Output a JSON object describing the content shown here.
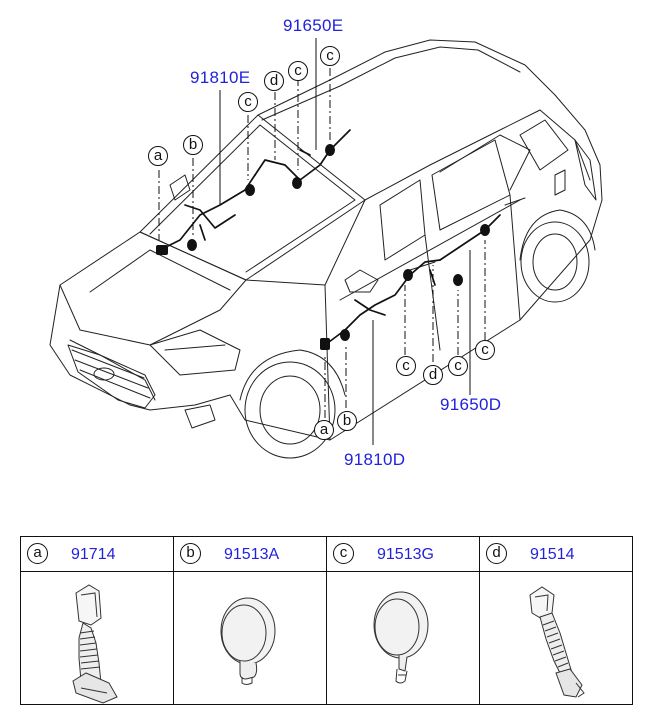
{
  "diagram": {
    "part_labels": {
      "p1": "91650E",
      "p2": "91810E",
      "p3": "91650D",
      "p4": "91810D"
    },
    "callouts": {
      "top_a": "a",
      "top_b": "b",
      "top_c1": "c",
      "top_d": "d",
      "top_c2": "c",
      "top_c3": "c",
      "bot_a": "a",
      "bot_b": "b",
      "bot_c1": "c",
      "bot_d": "d",
      "bot_c2": "c",
      "bot_c3": "c"
    }
  },
  "legend": {
    "items": [
      {
        "letter": "a",
        "part": "91714",
        "icon": "grommet-elbow-icon"
      },
      {
        "letter": "b",
        "part": "91513A",
        "icon": "grommet-round-icon"
      },
      {
        "letter": "c",
        "part": "91513G",
        "icon": "grommet-round-nozzle-icon"
      },
      {
        "letter": "d",
        "part": "91514",
        "icon": "grommet-boot-icon"
      }
    ]
  }
}
